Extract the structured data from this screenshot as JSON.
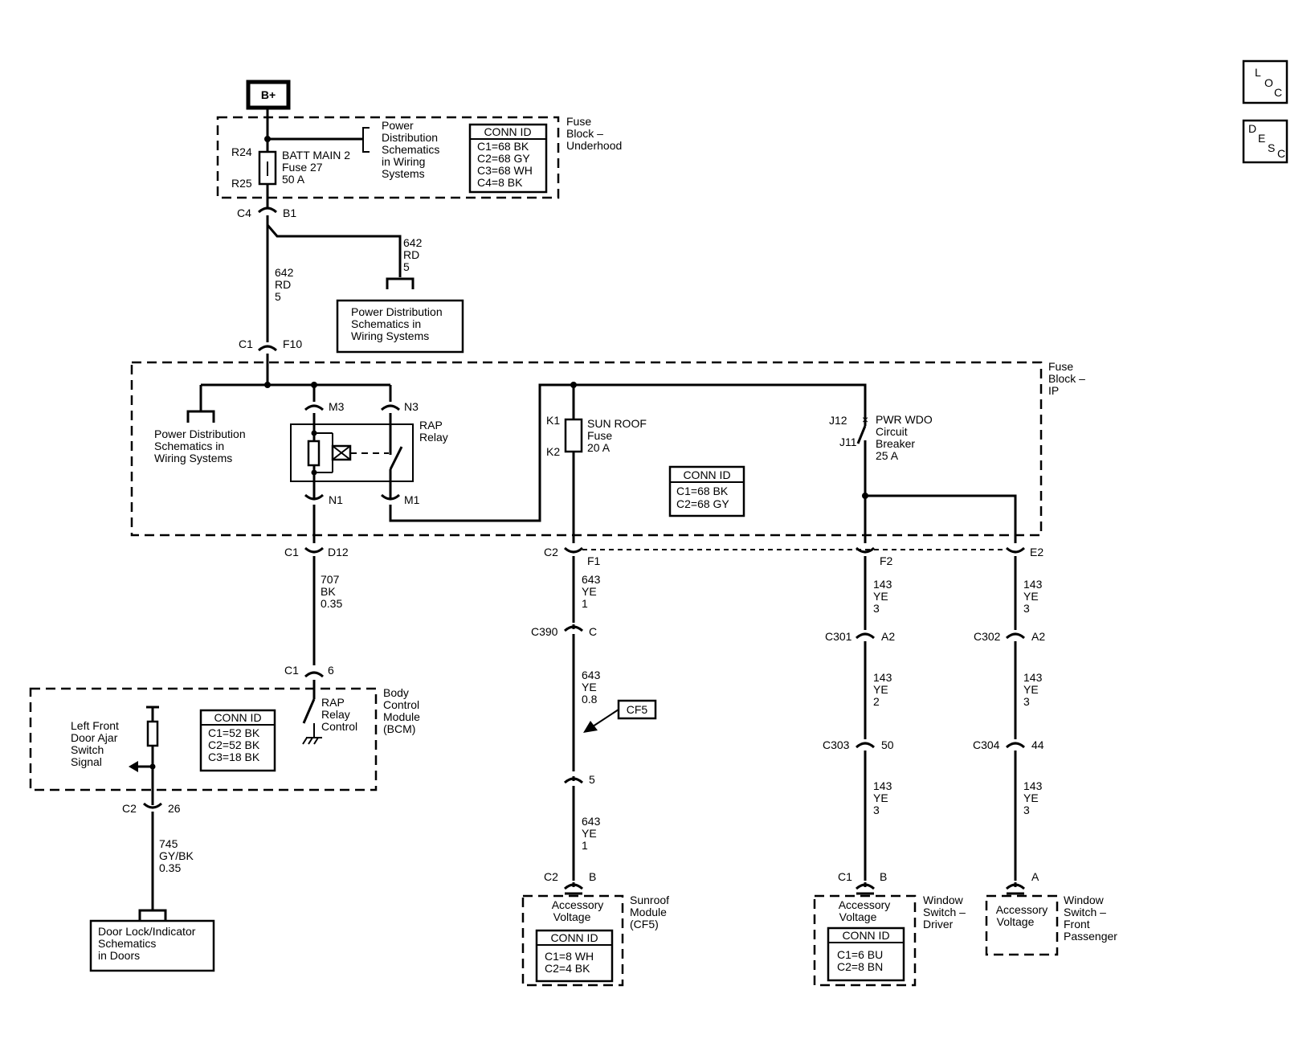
{
  "nav": {
    "loc": [
      "L",
      "O",
      "C"
    ],
    "desc": [
      "D",
      "E",
      "S",
      "C"
    ]
  },
  "power": {
    "bplus": "B+"
  },
  "underhood": {
    "name": [
      "Fuse",
      "Block –",
      "Underhood"
    ],
    "pds": [
      "Power",
      "Distribution",
      "Schematics",
      "in Wiring",
      "Systems"
    ],
    "fuse_label": [
      "BATT MAIN 2",
      "Fuse 27",
      "50 A"
    ],
    "terminals": {
      "r24": "R24",
      "r25": "R25",
      "c4": "C4",
      "b1": "B1"
    },
    "conn": [
      "CONN ID",
      "C1=68 BK",
      "C2=68 GY",
      "C3=68 WH",
      "C4=8 BK"
    ]
  },
  "branch_wire": [
    "642",
    "RD",
    "5"
  ],
  "main_wire": [
    "642",
    "RD",
    "5"
  ],
  "pds_box": [
    "Power Distribution",
    "Schematics in",
    "Wiring Systems"
  ],
  "ip": {
    "name": [
      "Fuse",
      "Block –",
      "IP"
    ],
    "c1f10": {
      "c": "C1",
      "p": "F10"
    },
    "pds": [
      "Power Distribution",
      "Schematics in",
      "Wiring Systems"
    ],
    "rap": {
      "label": [
        "RAP",
        "Relay"
      ],
      "m3": "M3",
      "n3": "N3",
      "n1": "N1",
      "m1": "M1"
    },
    "sunroof_fuse": {
      "k1": "K1",
      "k2": "K2",
      "label": [
        "SUN ROOF",
        "Fuse",
        "20 A"
      ]
    },
    "breaker": {
      "j12": "J12",
      "j11": "J11",
      "label": [
        "PWR WDO",
        "Circuit",
        "Breaker",
        "25 A"
      ]
    },
    "conn": [
      "CONN ID",
      "C1=68 BK",
      "C2=68 GY"
    ]
  },
  "connectors": {
    "c1d12": [
      "C1",
      "D12"
    ],
    "c2f1": [
      "C2",
      "F1"
    ],
    "f2": "F2",
    "e2": "E2",
    "c390": [
      "C390",
      "C"
    ],
    "c301": [
      "C301",
      "A2"
    ],
    "c302": [
      "C302",
      "A2"
    ],
    "c303": [
      "C303",
      "50"
    ],
    "c304": [
      "C304",
      "44"
    ],
    "c16": [
      "C1",
      "6"
    ],
    "c226": [
      "C2",
      "26"
    ],
    "p5": "5",
    "c2b": [
      "C2",
      "B"
    ],
    "c1b": [
      "C1",
      "B"
    ],
    "a": "A"
  },
  "wires": {
    "w707": [
      "707",
      "BK",
      "0.35"
    ],
    "w643a": [
      "643",
      "YE",
      "1"
    ],
    "w643b": [
      "643",
      "YE",
      "0.8"
    ],
    "w643c": [
      "643",
      "YE",
      "1"
    ],
    "w143a": [
      "143",
      "YE",
      "3"
    ],
    "w143b": [
      "143",
      "YE",
      "2"
    ],
    "w143c": [
      "143",
      "YE",
      "3"
    ],
    "w143d": [
      "143",
      "YE",
      "3"
    ],
    "w143e": [
      "143",
      "YE",
      "3"
    ],
    "w143f": [
      "143",
      "YE",
      "3"
    ],
    "w745": [
      "745",
      "GY/BK",
      "0.35"
    ]
  },
  "cf5": "CF5",
  "bcm": {
    "name": [
      "Body",
      "Control",
      "Module",
      "(BCM)"
    ],
    "left_front": [
      "Left Front",
      "Door Ajar",
      "Switch",
      "Signal"
    ],
    "rap_ctrl": [
      "RAP",
      "Relay",
      "Control"
    ],
    "conn": [
      "CONN ID",
      "C1=52 BK",
      "C2=52 BK",
      "C3=18 BK"
    ]
  },
  "door_box": [
    "Door Lock/Indicator",
    "Schematics",
    "in Doors"
  ],
  "sunroof": {
    "acc": [
      "Accessory",
      "Voltage"
    ],
    "name": [
      "Sunroof",
      "Module",
      "(CF5)"
    ],
    "conn": [
      "CONN ID",
      "C1=8 WH",
      "C2=4 BK"
    ]
  },
  "driver": {
    "acc": [
      "Accessory",
      "Voltage"
    ],
    "name": [
      "Window",
      "Switch –",
      "Driver"
    ],
    "conn": [
      "CONN ID",
      "C1=6 BU",
      "C2=8 BN"
    ]
  },
  "passenger": {
    "acc": [
      "Accessory",
      "Voltage"
    ],
    "name": [
      "Window",
      "Switch –",
      "Front",
      "Passenger"
    ]
  }
}
